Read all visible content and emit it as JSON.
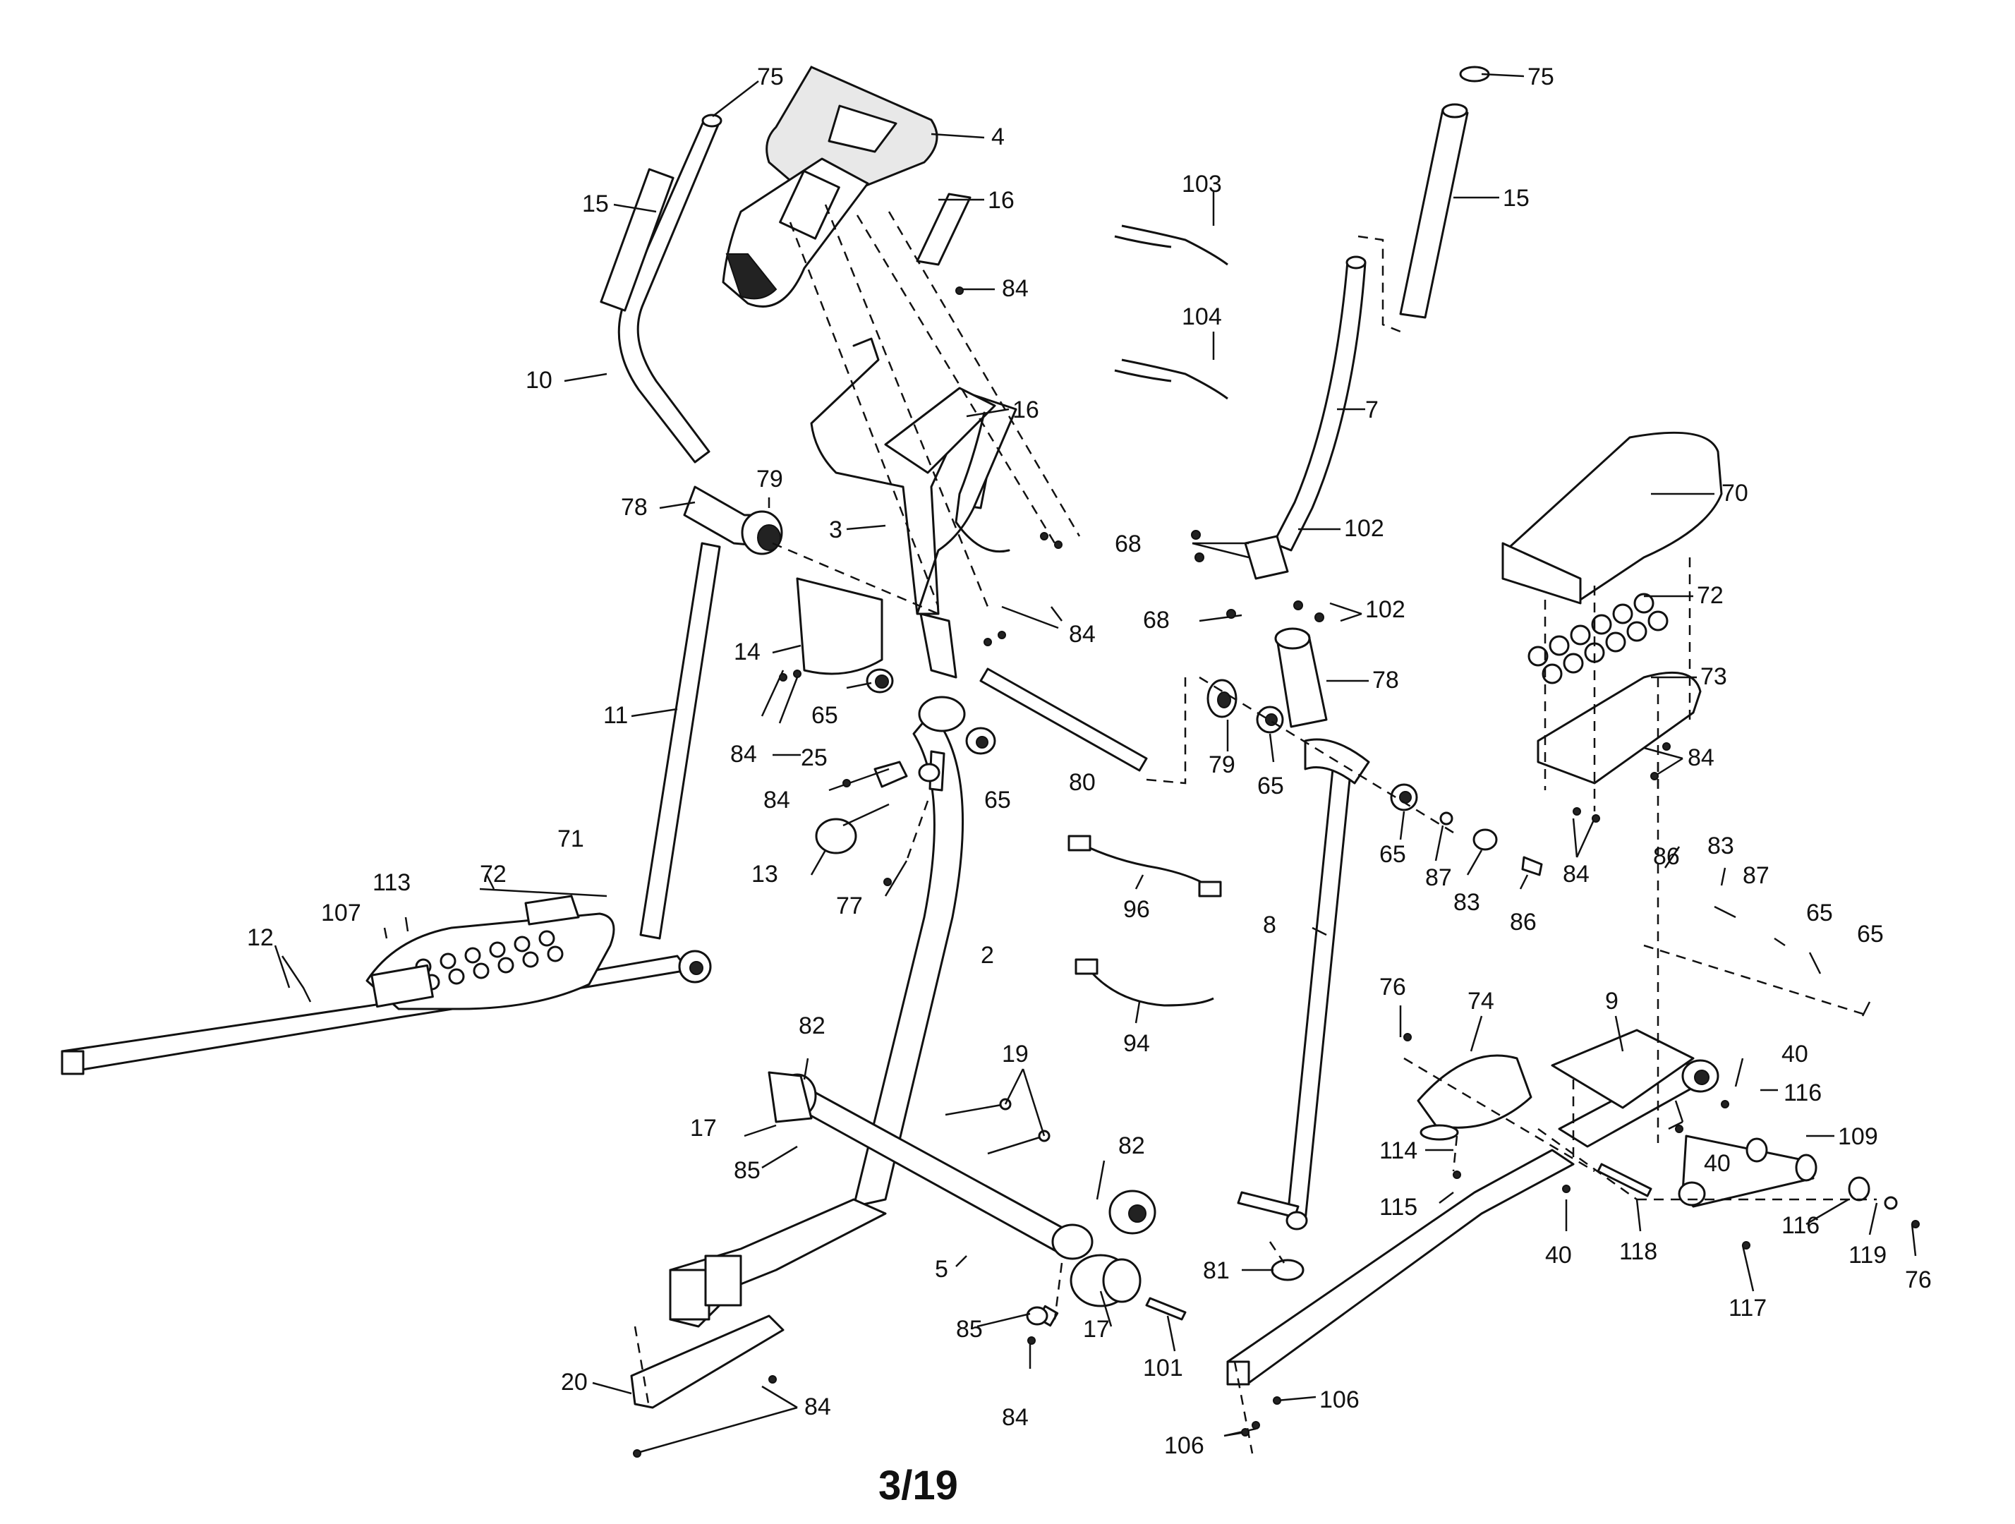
{
  "page_number": "3/19",
  "callouts": [
    {
      "id": "c75a",
      "text": "75"
    },
    {
      "id": "c15a",
      "text": "15"
    },
    {
      "id": "c4",
      "text": "4"
    },
    {
      "id": "c16a",
      "text": "16"
    },
    {
      "id": "c84a",
      "text": "84"
    },
    {
      "id": "c10",
      "text": "10"
    },
    {
      "id": "c16b",
      "text": "16"
    },
    {
      "id": "c79a",
      "text": "79"
    },
    {
      "id": "c78a",
      "text": "78"
    },
    {
      "id": "c3",
      "text": "3"
    },
    {
      "id": "c84b",
      "text": "84"
    },
    {
      "id": "c14",
      "text": "14"
    },
    {
      "id": "c11",
      "text": "11"
    },
    {
      "id": "c65a",
      "text": "65"
    },
    {
      "id": "c84c",
      "text": "84"
    },
    {
      "id": "c25",
      "text": "25"
    },
    {
      "id": "c84d",
      "text": "84"
    },
    {
      "id": "c65b",
      "text": "65"
    },
    {
      "id": "c80",
      "text": "80"
    },
    {
      "id": "c13",
      "text": "13"
    },
    {
      "id": "c77",
      "text": "77"
    },
    {
      "id": "c71",
      "text": "71"
    },
    {
      "id": "c113",
      "text": "113"
    },
    {
      "id": "c72a",
      "text": "72"
    },
    {
      "id": "c107",
      "text": "107"
    },
    {
      "id": "c12",
      "text": "12"
    },
    {
      "id": "c2",
      "text": "2"
    },
    {
      "id": "c82a",
      "text": "82"
    },
    {
      "id": "c19",
      "text": "19"
    },
    {
      "id": "c17a",
      "text": "17"
    },
    {
      "id": "c85a",
      "text": "85"
    },
    {
      "id": "c82b",
      "text": "82"
    },
    {
      "id": "c5",
      "text": "5"
    },
    {
      "id": "c85b",
      "text": "85"
    },
    {
      "id": "c17b",
      "text": "17"
    },
    {
      "id": "c101",
      "text": "101"
    },
    {
      "id": "c20",
      "text": "20"
    },
    {
      "id": "c84e",
      "text": "84"
    },
    {
      "id": "c84f",
      "text": "84"
    },
    {
      "id": "c75b",
      "text": "75"
    },
    {
      "id": "c15b",
      "text": "15"
    },
    {
      "id": "c103",
      "text": "103"
    },
    {
      "id": "c104",
      "text": "104"
    },
    {
      "id": "c7",
      "text": "7"
    },
    {
      "id": "c68a",
      "text": "68"
    },
    {
      "id": "c102a",
      "text": "102"
    },
    {
      "id": "c68b",
      "text": "68"
    },
    {
      "id": "c102b",
      "text": "102"
    },
    {
      "id": "c78b",
      "text": "78"
    },
    {
      "id": "c79b",
      "text": "79"
    },
    {
      "id": "c65c",
      "text": "65"
    },
    {
      "id": "c65d",
      "text": "65"
    },
    {
      "id": "c87a",
      "text": "87"
    },
    {
      "id": "c83a",
      "text": "83"
    },
    {
      "id": "c86a",
      "text": "86"
    },
    {
      "id": "c8",
      "text": "8"
    },
    {
      "id": "c96",
      "text": "96"
    },
    {
      "id": "c94",
      "text": "94"
    },
    {
      "id": "c70",
      "text": "70"
    },
    {
      "id": "c72b",
      "text": "72"
    },
    {
      "id": "c73",
      "text": "73"
    },
    {
      "id": "c84g",
      "text": "84"
    },
    {
      "id": "c84h",
      "text": "84"
    },
    {
      "id": "c86b",
      "text": "86"
    },
    {
      "id": "c83b",
      "text": "83"
    },
    {
      "id": "c87b",
      "text": "87"
    },
    {
      "id": "c65e",
      "text": "65"
    },
    {
      "id": "c65f",
      "text": "65"
    },
    {
      "id": "c76a",
      "text": "76"
    },
    {
      "id": "c74",
      "text": "74"
    },
    {
      "id": "c9",
      "text": "9"
    },
    {
      "id": "c40a",
      "text": "40"
    },
    {
      "id": "c116a",
      "text": "116"
    },
    {
      "id": "c109",
      "text": "109"
    },
    {
      "id": "c40b",
      "text": "40"
    },
    {
      "id": "c114",
      "text": "114"
    },
    {
      "id": "c115",
      "text": "115"
    },
    {
      "id": "c40c",
      "text": "40"
    },
    {
      "id": "c118",
      "text": "118"
    },
    {
      "id": "c116b",
      "text": "116"
    },
    {
      "id": "c119",
      "text": "119"
    },
    {
      "id": "c76b",
      "text": "76"
    },
    {
      "id": "c117",
      "text": "117"
    },
    {
      "id": "c81",
      "text": "81"
    },
    {
      "id": "c106a",
      "text": "106"
    },
    {
      "id": "c106b",
      "text": "106"
    }
  ]
}
